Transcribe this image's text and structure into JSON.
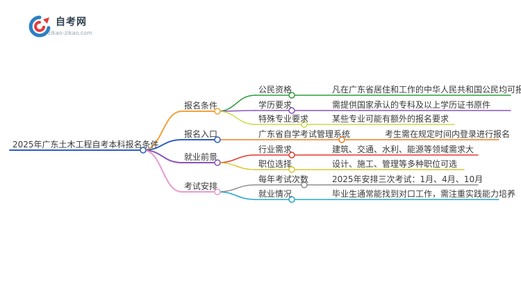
{
  "brand": {
    "name": "自考网",
    "url": "zikao-zikao.com"
  },
  "mindmap": {
    "root": "2025年广东土木工程自考本科报名条件",
    "branches": [
      {
        "label": "报名条件",
        "color": "#f0a23a",
        "children": [
          {
            "label": "公民资格",
            "color": "#2e9d3c",
            "detail": "凡在广东省居住和工作的中华人民共和国公民均可报名"
          },
          {
            "label": "学历要求",
            "color": "#8a55b8",
            "detail": "需提供国家承认的专科及以上学历证书原件"
          },
          {
            "label": "特殊专业要求",
            "color": "#cfd94a",
            "detail": "某些专业可能有额外的报名要求"
          }
        ]
      },
      {
        "label": "报名入口",
        "color": "#2d5fc0",
        "children": [
          {
            "label": "广东省自学考试管理系统",
            "color": "#f07d1e",
            "detail": "考生需在规定时间内登录进行报名"
          }
        ]
      },
      {
        "label": "就业前景",
        "color": "#8a55b8",
        "children": [
          {
            "label": "行业需求",
            "color": "#e23a2e",
            "detail": "建筑、交通、水利、能源等领域需求大"
          },
          {
            "label": "职位选择",
            "color": "#d9c62e",
            "detail": "设计、施工、管理等多种职位可选"
          }
        ]
      },
      {
        "label": "考试安排",
        "color": "#e79bd0",
        "children": [
          {
            "label": "每年考试次数",
            "color": "#8f8f8f",
            "detail": "2025年安排三次考试：1月、4月、10月"
          },
          {
            "label": "就业情况",
            "color": "#26a6c8",
            "detail": "毕业生通常能找到对口工作，需注重实践能力培养"
          }
        ]
      }
    ]
  }
}
